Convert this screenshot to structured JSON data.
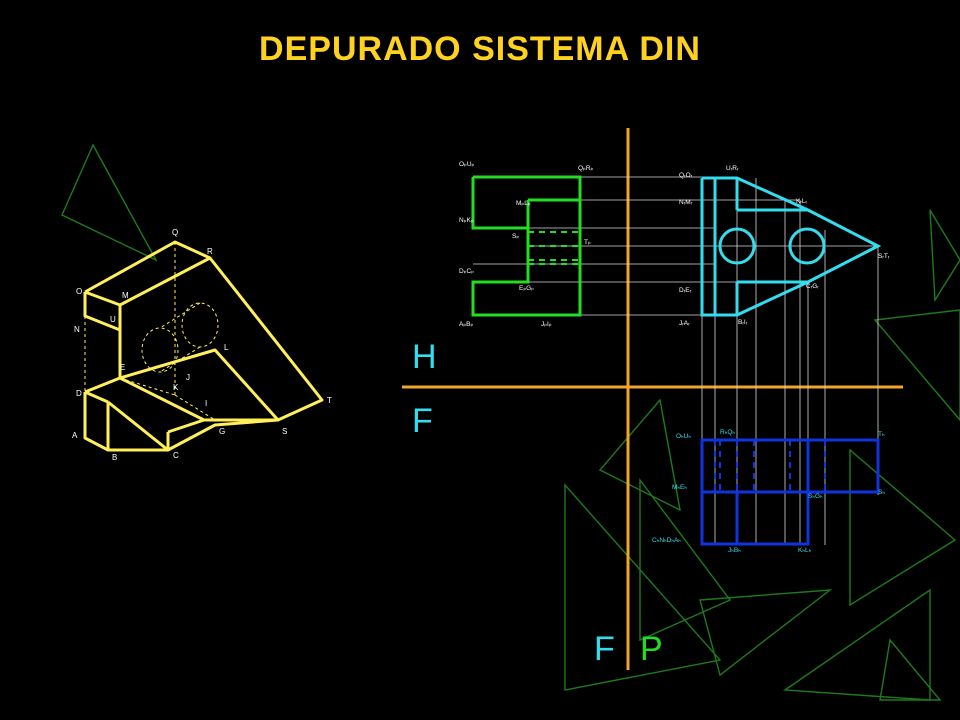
{
  "title": "DEPURADO SISTEMA DIN",
  "colors": {
    "background": "#000000",
    "title": "#FFD21F",
    "isometric": "#FFF05A",
    "profile_view": "#22DD22",
    "front_view": "#33DDEE",
    "top_view": "#1133DD",
    "axes": "#F2A52A",
    "decor": "#1E7A1E",
    "thin": "#E8E8E8"
  },
  "axis_labels": {
    "h": "H",
    "f_right": "F",
    "f_bottom": "F",
    "p": "P"
  },
  "iso_labels": {
    "Q": "Q",
    "R": "R",
    "O": "O",
    "M": "M",
    "U": "U",
    "N": "N",
    "L": "L",
    "E": "E",
    "J": "J",
    "K": "K",
    "D": "D",
    "I": "I",
    "T": "T",
    "A": "A",
    "G": "G",
    "S": "S",
    "C": "C",
    "B": "B"
  },
  "profile_labels": {
    "ou": "OₚUₚ",
    "qr": "QₚRₚ",
    "ml": "MₚLₚ",
    "nk": "NₚKₚ",
    "s": "Sₚ",
    "t": "Tₚ",
    "dc": "DₚCₚ",
    "eg": "EₚGₚ",
    "ab": "AₚBₚ",
    "ji": "JₚIₚ"
  },
  "front_labels": {
    "ur": "UᵣRᵣ",
    "qo": "QᵣOᵣ",
    "nm": "NᵣMᵣ",
    "kl": "KᵣLᵣ",
    "st": "SᵣTᵣ",
    "de": "DᵣEᵣ",
    "cg": "CᵣGᵣ",
    "ja": "JᵣAᵣ",
    "bi": "BᵣIᵣ"
  },
  "top_labels": {
    "ou": "OₕUₕ",
    "rq": "RₕQₕ",
    "th": "Tₕ",
    "me": "MₕEₕ",
    "sg": "SₕGₕ",
    "sh": "Sₕ",
    "cnda": "CₕNₕDₕAₕ",
    "jb": "JₕBₕ",
    "kl": "KₕLₕ"
  }
}
